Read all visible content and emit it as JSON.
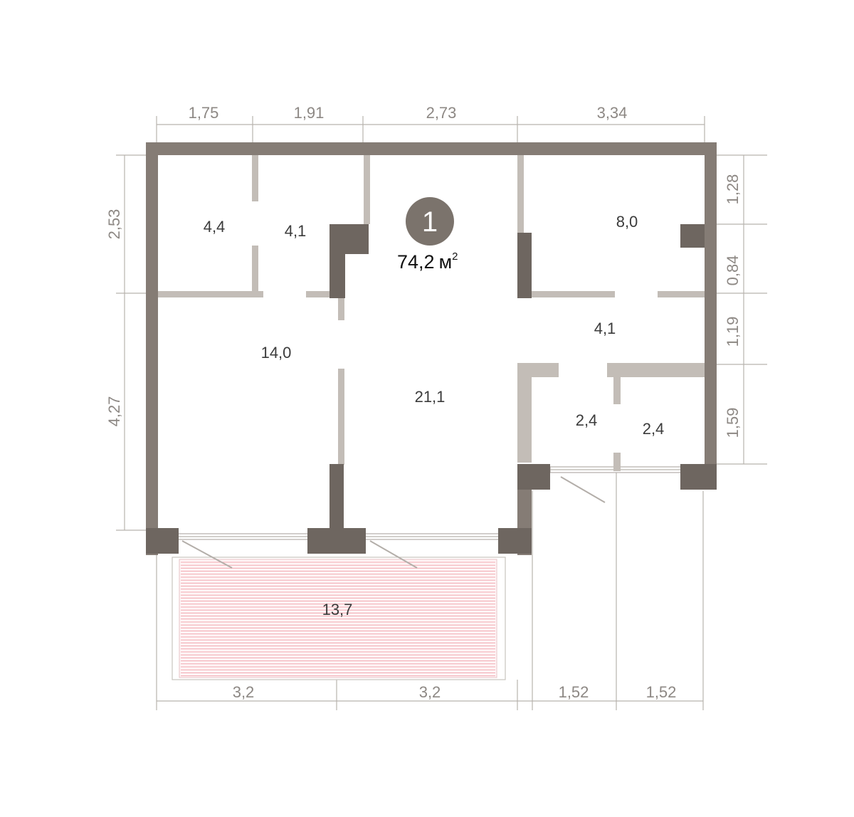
{
  "apartment": {
    "number": "1",
    "total_area": "74,2",
    "area_unit": "м",
    "area_unit_sup": "2"
  },
  "dimensions": {
    "top": [
      "1,75",
      "1,91",
      "2,73",
      "3,34"
    ],
    "left": [
      "2,53",
      "4,27"
    ],
    "right": [
      "1,28",
      "0,84",
      "1,19",
      "1,59"
    ],
    "bottom": [
      "3,2",
      "3,2",
      "1,52",
      "1,52"
    ]
  },
  "rooms": [
    {
      "id": "storage",
      "area": "4,4"
    },
    {
      "id": "bath",
      "area": "4,1"
    },
    {
      "id": "bedroom",
      "area": "8,0"
    },
    {
      "id": "hall-right",
      "area": "4,1"
    },
    {
      "id": "room-left",
      "area": "14,0"
    },
    {
      "id": "living",
      "area": "21,1"
    },
    {
      "id": "wc-left",
      "area": "2,4"
    },
    {
      "id": "wc-right",
      "area": "2,4"
    },
    {
      "id": "terrace",
      "area": "13,7"
    }
  ],
  "colors": {
    "wall": "#857c75",
    "partition": "#c3bdb7",
    "badge": "#7b736c",
    "terrace_lines": "#f0a9b0",
    "dimension_text": "#8d8884"
  }
}
